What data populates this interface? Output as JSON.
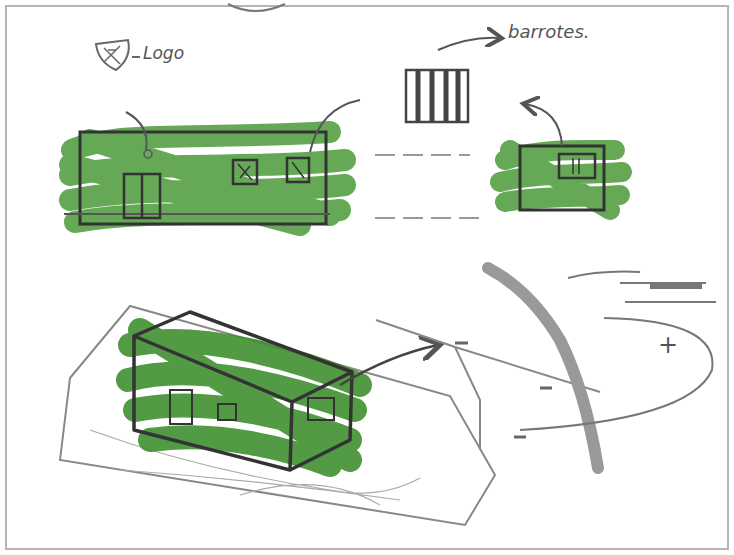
{
  "diagram": {
    "labels": [
      "Logo",
      "barrotes.",
      "+"
    ]
  }
}
